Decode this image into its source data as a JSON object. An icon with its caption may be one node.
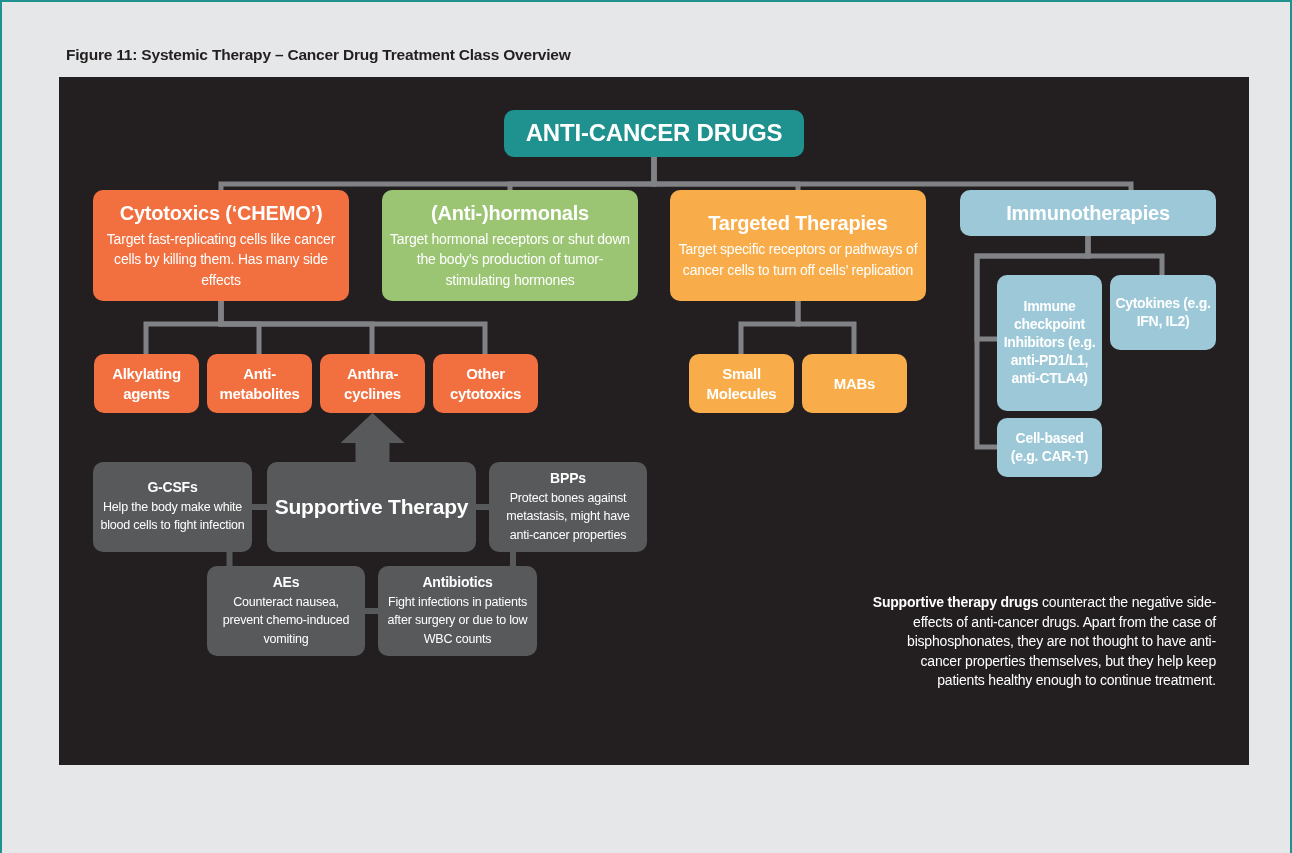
{
  "diagram": {
    "title": "Figure 11: Systemic Therapy – Cancer Drug Treatment Class Overview",
    "nodes": [
      {
        "text": [
          "ANTI-CANCER DRUGS"
        ]
      },
      {
        "text": [
          "Cytotoxics (‘CHEMO’)",
          "Target fast-replicating cells like cancer cells by killing them. Has many side effects"
        ]
      },
      {
        "text": [
          "(Anti-)hormonals",
          "Target hormonal receptors or shut down the body’s production of tumor-stimulating hormones"
        ]
      },
      {
        "text": [
          "Targeted Therapies",
          "Target specific receptors or pathways of cancer cells to turn off cells’ replication"
        ]
      },
      {
        "text": [
          "Immunotherapies"
        ]
      },
      {
        "text": [
          "Alkylating agents"
        ]
      },
      {
        "text": [
          "Anti- metabolites"
        ]
      },
      {
        "text": [
          "Anthra- cyclines"
        ]
      },
      {
        "text": [
          "Other cytotoxics"
        ]
      },
      {
        "text": [
          "Small Molecules"
        ]
      },
      {
        "text": [
          "MABs"
        ]
      },
      {
        "text": [
          "Immune checkpoint Inhibitors (e.g. anti-PD1/L1, anti-CTLA4)"
        ]
      },
      {
        "text": [
          "Cytokines (e.g. IFN, IL2)"
        ]
      },
      {
        "text": [
          "Cell-based (e.g. CAR-T)"
        ]
      },
      {
        "text": [
          "G-CSFs",
          "Help the body make white blood cells to fight infection"
        ]
      },
      {
        "text": [
          "Supportive Therapy"
        ]
      },
      {
        "text": [
          "BPPs",
          "Protect bones against metastasis, might have anti-cancer properties"
        ]
      },
      {
        "text": [
          "AEs",
          "Counteract nausea, prevent chemo-induced vomiting"
        ]
      },
      {
        "text": [
          "Antibiotics",
          "Fight infections in patients after surgery or due to low WBC counts"
        ]
      }
    ],
    "edges": [
      {
        "from": 0,
        "to": 1,
        "arrow": "none"
      },
      {
        "from": 0,
        "to": 2,
        "arrow": "none"
      },
      {
        "from": 0,
        "to": 3,
        "arrow": "none"
      },
      {
        "from": 0,
        "to": 4,
        "arrow": "none"
      },
      {
        "from": 1,
        "to": 5,
        "arrow": "none"
      },
      {
        "from": 1,
        "to": 6,
        "arrow": "none"
      },
      {
        "from": 1,
        "to": 7,
        "arrow": "none"
      },
      {
        "from": 1,
        "to": 8,
        "arrow": "none"
      },
      {
        "from": 3,
        "to": 9,
        "arrow": "none"
      },
      {
        "from": 3,
        "to": 10,
        "arrow": "none"
      },
      {
        "from": 4,
        "to": 11,
        "arrow": "none"
      },
      {
        "from": 4,
        "to": 12,
        "arrow": "none"
      },
      {
        "from": 4,
        "to": 13,
        "arrow": "none"
      },
      {
        "from": 15,
        "to": 7,
        "arrow": "to",
        "style": "thick",
        "color": "#58595b"
      },
      {
        "from": 14,
        "to": 15,
        "arrow": "none",
        "color": "#58595b"
      },
      {
        "from": 15,
        "to": 16,
        "arrow": "none",
        "color": "#58595b"
      },
      {
        "from": 14,
        "to": 17,
        "arrow": "none",
        "color": "#58595b"
      },
      {
        "from": 17,
        "to": 18,
        "arrow": "none",
        "color": "#58595b"
      },
      {
        "from": 16,
        "to": 18,
        "arrow": "none",
        "color": "#58595b"
      }
    ],
    "labels": [
      "**Supportive therapy drugs** counteract the negative side-effects of anti-cancer drugs. Apart from the case of bisphosphonates, they are not thought to have anti-cancer properties themselves, but they help keep patients healthy enough to continue treatment."
    ]
  }
}
